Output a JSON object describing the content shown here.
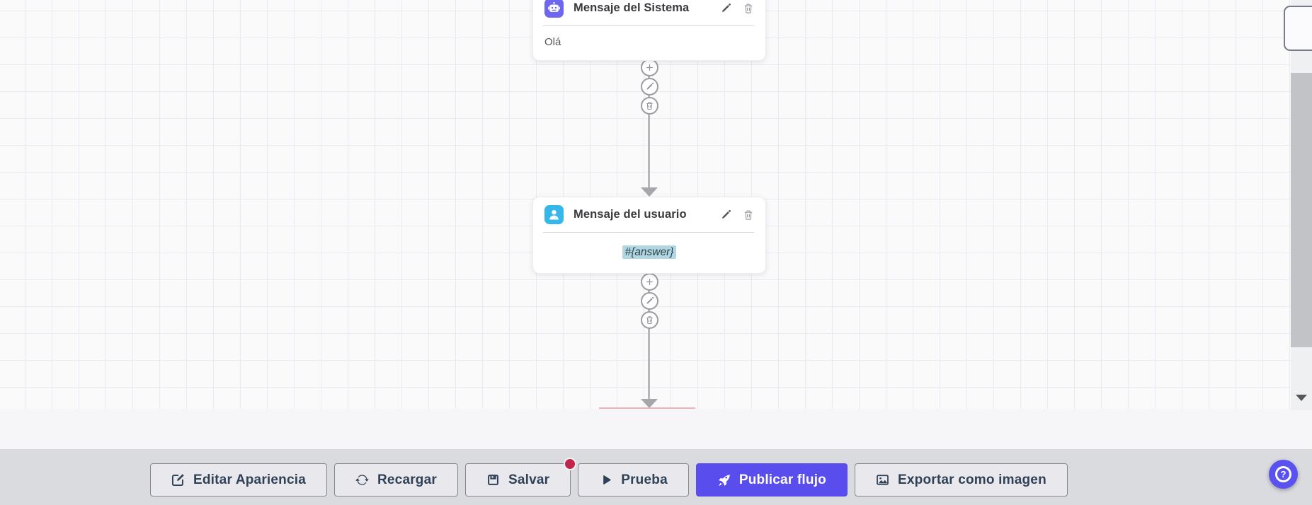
{
  "canvas": {
    "nodes": [
      {
        "title": "Mensaje del Sistema",
        "content": "Olá",
        "icon": "robot-icon",
        "icon_bg": "#6e66f0"
      },
      {
        "title": "Mensaje del usuario",
        "content": "#{answer}",
        "icon": "user-icon",
        "icon_bg": "#35b7e9",
        "content_highlight": "#b0d7e2"
      }
    ],
    "connector_actions": [
      "add",
      "edit",
      "delete"
    ]
  },
  "toolbar": {
    "buttons": [
      {
        "label": "Editar Apariencia",
        "icon": "edit-square-icon"
      },
      {
        "label": "Recargar",
        "icon": "refresh-icon"
      },
      {
        "label": "Salvar",
        "icon": "save-icon",
        "has_badge": true,
        "badge_color": "#c12648"
      },
      {
        "label": "Prueba",
        "icon": "play-icon"
      },
      {
        "label": "Publicar flujo",
        "icon": "rocket-icon",
        "primary": true,
        "bg": "#5a4ded"
      },
      {
        "label": "Exportar como imagen",
        "icon": "image-icon"
      }
    ]
  },
  "help_button": {
    "label": "?"
  },
  "colors": {
    "accent": "#5a4ded",
    "system_node_icon_bg": "#6e66f0",
    "user_node_icon_bg": "#35b7e9",
    "badge": "#c12648",
    "canvas_bg": "#fafafb",
    "grid_line": "#e9ebf4",
    "toolbar_bg": "#dadbdf",
    "highlight": "#b0d7e2"
  }
}
